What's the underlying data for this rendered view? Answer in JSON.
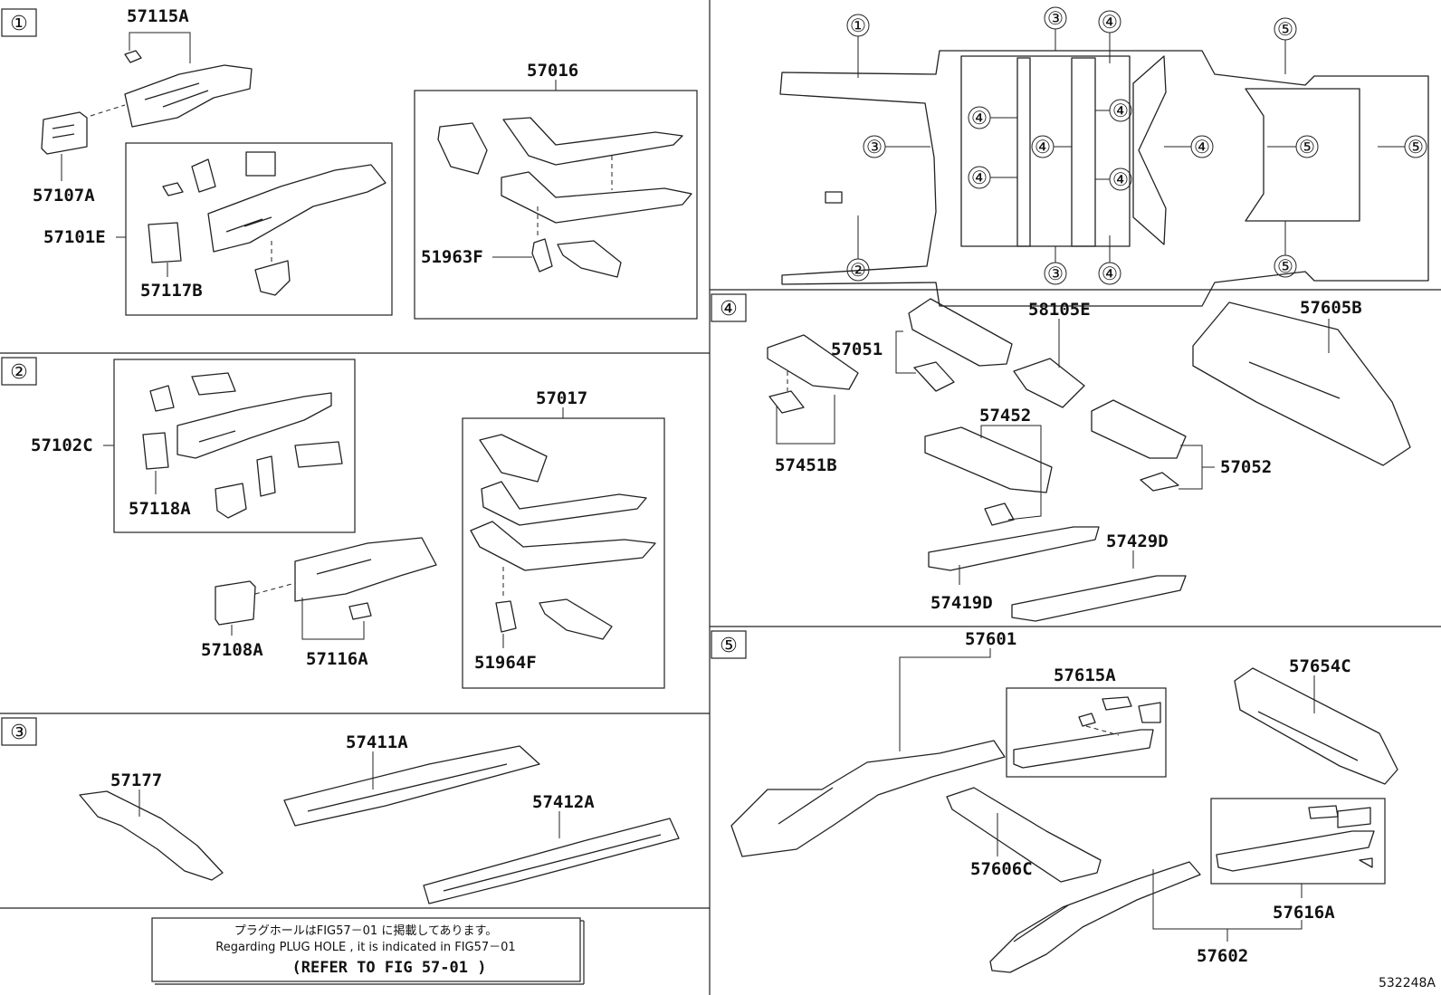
{
  "sections": {
    "s1": "①",
    "s2": "②",
    "s3": "③",
    "s4": "④",
    "s5": "⑤"
  },
  "parts": {
    "p57115A": "57115A",
    "p57107A": "57107A",
    "p57101E": "57101E",
    "p57117B": "57117B",
    "p57016": "57016",
    "p51963F": "51963F",
    "p57102C": "57102C",
    "p57118A": "57118A",
    "p57108A": "57108A",
    "p57116A": "57116A",
    "p57017": "57017",
    "p51964F": "51964F",
    "p57177": "57177",
    "p57411A": "57411A",
    "p57412A": "57412A",
    "p57051": "57051",
    "p58105E": "58105E",
    "p57605B": "57605B",
    "p57451B": "57451B",
    "p57452": "57452",
    "p57052": "57052",
    "p57429D": "57429D",
    "p57419D": "57419D",
    "p57601": "57601",
    "p57615A": "57615A",
    "p57654C": "57654C",
    "p57606C": "57606C",
    "p57616A": "57616A",
    "p57602": "57602"
  },
  "overview": {
    "c1": "①",
    "c2": "②",
    "c3": "③",
    "c4": "④",
    "c5": "⑤"
  },
  "note": {
    "jp": "プラグホールはFIG57－01 に掲載してあります。",
    "en": "Regarding PLUG HOLE , it is indicated in FIG57－01",
    "ref": "(REFER TO FIG 57-01   )"
  },
  "drawing_number": "532248A"
}
